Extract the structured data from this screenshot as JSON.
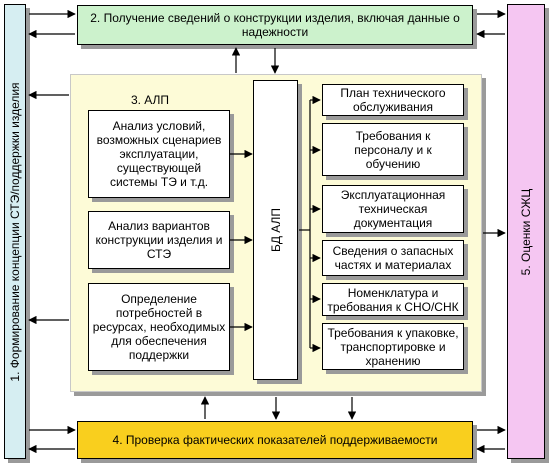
{
  "colors": {
    "block1_bg": "#d6eef2",
    "block2_bg": "#ccf2cc",
    "block3_bg": "#fdfbd7",
    "block4_bg": "#f9cf1e",
    "block5_bg": "#f5c6f2",
    "arrow": "#000000"
  },
  "block1": {
    "label": "1. Формирование концепции СТЭ/поддержки изделия"
  },
  "block2": {
    "label_line1": "2. Получение сведений о конструкции изделия, включая данные о",
    "label_line2": "надежности"
  },
  "block3": {
    "label": "3. АЛП"
  },
  "block4": {
    "label": "4. Проверка фактических показателей поддерживаемости"
  },
  "block5": {
    "label": "5. Оценки СЖЦ"
  },
  "analysis": [
    {
      "lines": [
        "Анализ условий,",
        "возможных сценариев",
        "эксплуатации,",
        "существующей",
        "системы ТЭ и т.д."
      ]
    },
    {
      "lines": [
        "Анализ вариантов",
        "конструкции изделия и",
        "СТЭ"
      ]
    },
    {
      "lines": [
        "Определение",
        "потребностей в",
        "ресурсах, необходимых",
        "для обеспечения",
        "поддержки"
      ]
    }
  ],
  "database": {
    "label": "БД АЛП"
  },
  "outputs": [
    {
      "lines": [
        "План технического",
        "обслуживания"
      ]
    },
    {
      "lines": [
        "Требования к",
        "персоналу и к",
        "обучению"
      ]
    },
    {
      "lines": [
        "Эксплуатационная",
        "техническая",
        "документация"
      ]
    },
    {
      "lines": [
        "Сведения о запасных",
        "частях и материалах"
      ]
    },
    {
      "lines": [
        "Номенклатура и",
        "требования к СНО/СНК"
      ]
    },
    {
      "lines": [
        "Требования к упаковке,",
        "транспортировке и",
        "хранению"
      ]
    }
  ]
}
